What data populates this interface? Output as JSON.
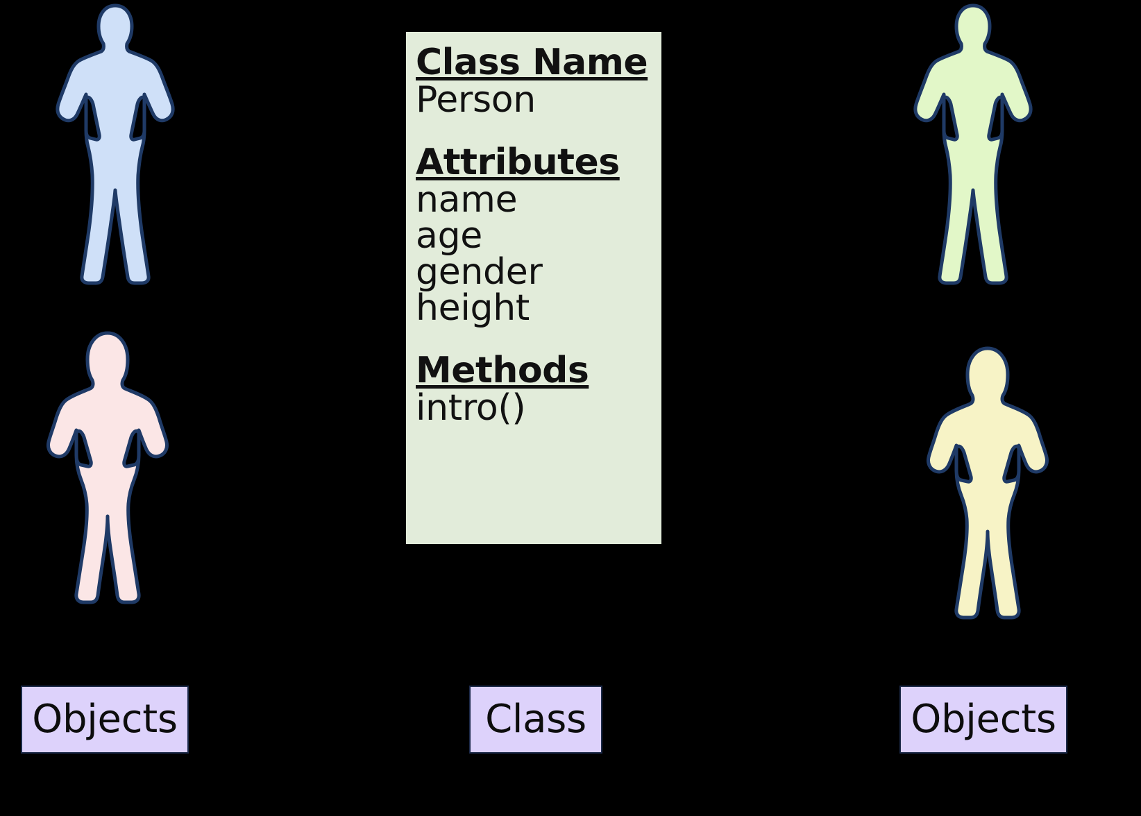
{
  "diagram": {
    "background_color": "#000000",
    "title_visible": false
  },
  "class_card": {
    "background_color": "#e2ecda",
    "sections": [
      {
        "heading": "Class Name",
        "items": [
          "Person"
        ]
      },
      {
        "heading": "Attributes",
        "items": [
          "name",
          "age",
          "gender",
          "height"
        ]
      },
      {
        "heading": "Methods",
        "items": [
          "intro()"
        ]
      }
    ]
  },
  "captions": {
    "left": "Objects",
    "center": "Class",
    "right": "Objects",
    "fill_color": "#ddd2fb",
    "border_color": "#1c2a4a"
  },
  "figures": [
    {
      "id": "top-left",
      "type": "male-silhouette",
      "fill": "#cfe0f8",
      "outline": "#1f3a66"
    },
    {
      "id": "bottom-left",
      "type": "female-silhouette",
      "fill": "#fbe6e6",
      "outline": "#1f3a66"
    },
    {
      "id": "top-right",
      "type": "male-silhouette",
      "fill": "#e2f7c8",
      "outline": "#1f3a66"
    },
    {
      "id": "bottom-right",
      "type": "female-silhouette",
      "fill": "#f7f3c6",
      "outline": "#1f3a66"
    }
  ]
}
